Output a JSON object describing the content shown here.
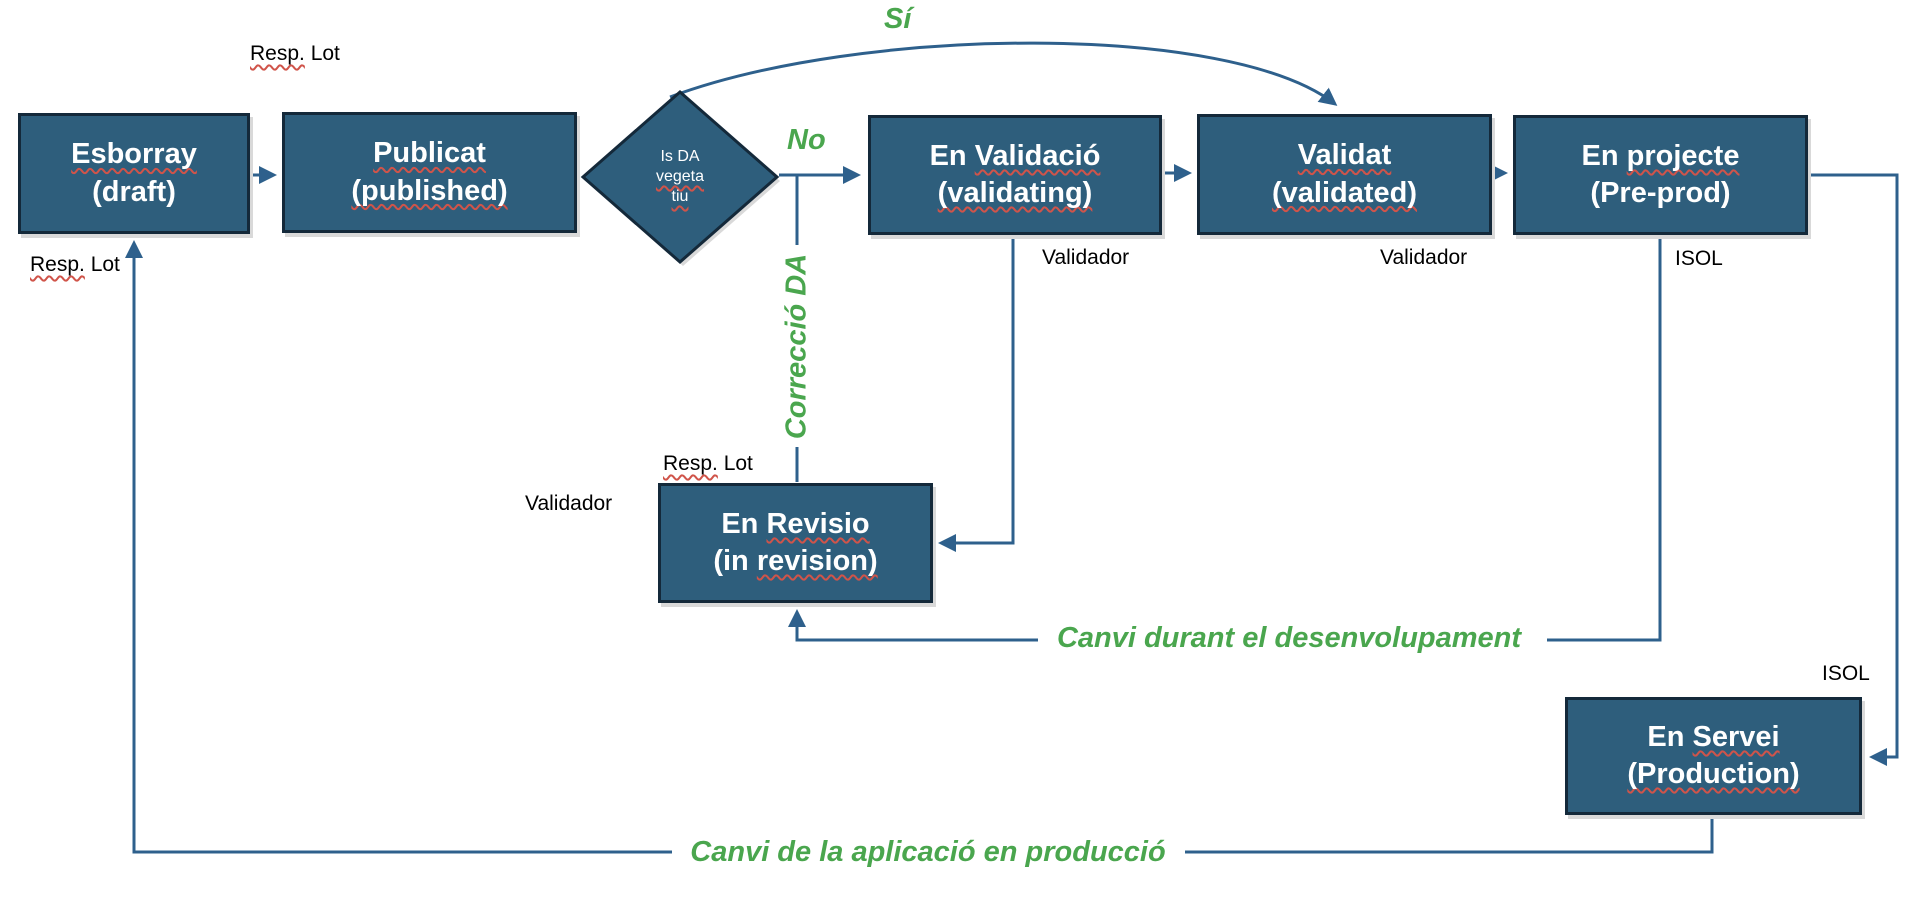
{
  "diagram": {
    "states": {
      "esborray": {
        "w": "Esborray",
        "sub": "(draft)"
      },
      "publicat": {
        "w": "Publicat",
        "sub": "(published)"
      },
      "decision": {
        "l1": "Is DA",
        "l2": "vegeta",
        "l3": "tiu"
      },
      "validacio": {
        "pre": "En ",
        "w": "Validació",
        "sub": "(validating)"
      },
      "validat": {
        "w": "Validat",
        "sub": "(validated)"
      },
      "projecte": {
        "pre": "En ",
        "w": "projecte",
        "sub": "(Pre-prod)"
      },
      "revisio": {
        "pre": "En ",
        "w": "Revisio",
        "sub_pre": "(in ",
        "sub_w": "revision)"
      },
      "servei": {
        "pre": "En ",
        "w": "Servei",
        "sub": "(Production)"
      }
    },
    "role_labels": {
      "resp_lot_top": {
        "sq": "Resp.",
        "rest": " Lot"
      },
      "resp_lot_left": {
        "sq": "Resp.",
        "rest": " Lot"
      },
      "resp_lot_revisio": {
        "sq": "Resp.",
        "rest": " Lot"
      },
      "validador_validacio": "Validador",
      "validador_validat": "Validador",
      "validador_revisio": "Validador",
      "isol_projecte": "ISOL",
      "isol_servei": "ISOL"
    },
    "transition_labels": {
      "si": "Sí",
      "no": "No",
      "correccio_da": "Correcció DA",
      "canvi_desenvolupament": "Canvi durant el desenvolupament",
      "canvi_produccio": "Canvi de la aplicació en producció"
    },
    "colors": {
      "box_fill": "#2E5E7C",
      "box_border": "#14293A",
      "connector": "#2E608C",
      "accent_green": "#4AA64E",
      "label_text": "#000000",
      "box_text": "#FFFFFF",
      "spellcheck_underline": "#D0544A"
    }
  }
}
